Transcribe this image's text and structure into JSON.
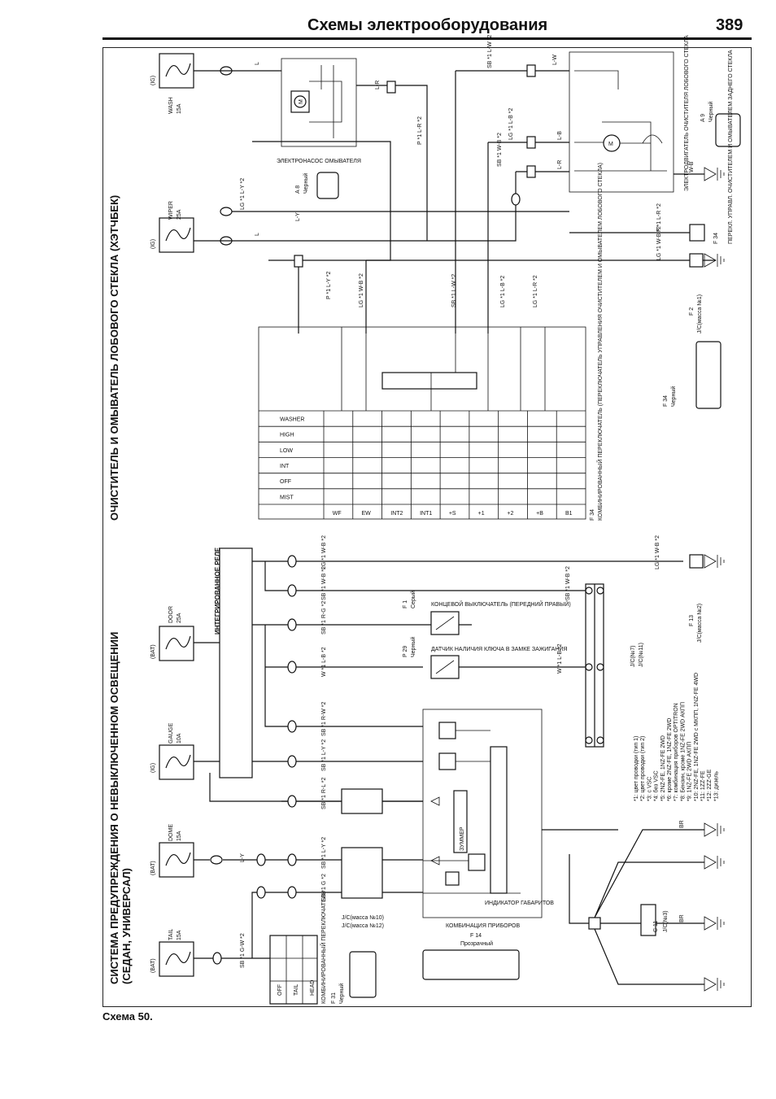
{
  "header": {
    "title": "Схемы электрооборудования",
    "page_number": "389"
  },
  "caption": "Схема 50.",
  "sections": {
    "wiper_title": "ОЧИСТИТЕЛЬ И ОМЫВАТЕЛЬ ЛОБОВОГО СТЕКЛА (ХЭТЧБЕК)",
    "warning_title_1": "СИСТЕМА ПРЕДУПРЕЖДЕНИЯ О НЕВЫКЛЮЧЕННОМ ОСВЕЩЕНИИ",
    "warning_title_2": "(СЕДАН, УНИВЕРСАЛ)"
  },
  "fuses": {
    "wash": {
      "name": "WASH",
      "rating": "15A",
      "supply": "(IG)"
    },
    "wiper": {
      "name": "WIPER",
      "rating": "25A",
      "supply": "(IG)"
    },
    "door": {
      "name": "DOOR",
      "rating": "25A",
      "supply": "(BAT)"
    },
    "gauge": {
      "name": "GAUGE",
      "rating": "10A",
      "supply": "(IG)"
    },
    "dome": {
      "name": "DOME",
      "rating": "15A",
      "supply": "(BAT)"
    },
    "tail": {
      "name": "TAIL",
      "rating": "15A",
      "supply": "(BAT)"
    }
  },
  "components": {
    "washer_pump": "ЭЛЕКТРОНАСОС ОМЫВАТЕЛЯ",
    "washer_pump_conn": "A 8",
    "washer_pump_color": "Черный",
    "wiper_motor": "ЭЛЕКТРОДВИГАТЕЛЬ ОЧИСТИТЕЛЯ ЛОБОВОГО СТЕКЛА",
    "wiper_motor_conn": "A 9",
    "wiper_motor_color": "Черный",
    "rear_switch": "ПЕРЕКЛ. УПРАВЛ. ОЧИСТИТЕЛЕМ И ОМЫВАТЕЛЕМ ЗАДНЕГО СТЕКЛА",
    "rear_switch_conn": "F 34",
    "combo_switch": "КОМБИНИРОВАННЫЙ ПЕРЕКЛЮЧАТЕЛЬ (ПЕРЕКЛЮЧАТЕЛЬ УПРАВЛЕНИЯ ОЧИСТИТЕЛЕМ И ОМЫВАТЕЛЕМ ЛОБОВОГО СТЕКЛА)",
    "combo_switch_conn": "F 34",
    "combo_switch_color": "Черный",
    "jc_mass1": "J/C(масса №1)",
    "jc_mass1_conn": "F 2",
    "relay": "ИНТЕГРИРОВАННОЕ РЕЛЕ",
    "door_switch": "КОНЦЕВОЙ ВЫКЛЮЧАТЕЛЬ (ПЕРЕДНИЙ ПРАВЫЙ)",
    "door_switch_conn": "F 1",
    "door_switch_color": "Серый",
    "key_sensor": "ДАТЧИК НАЛИЧИЯ КЛЮЧА В ЗАМКЕ ЗАЖИГАНИЯ",
    "key_sensor_conn": "P 29",
    "key_sensor_color": "Черный",
    "jc_mass2": "J/C(масса №2)",
    "jc_mass2_conn": "F 13",
    "jc_n7": "J/C(№7)",
    "jc_n11": "J/C(№11)",
    "buzzer": "ЗУММЕР",
    "indicator": "ИНДИКАТОР ГАБАРИТОВ",
    "cluster": "КОМБИНАЦИЯ ПРИБОРОВ",
    "cluster_conn": "F 14",
    "cluster_color": "Прозрачный",
    "light_switch": "КОМБИНИРОВАННЫЙ ПЕРЕКЛЮЧАТЕЛЬ",
    "light_switch_conn": "F 31",
    "light_switch_color": "Черный",
    "jc_mass10": "J/C(масса №10)",
    "jc_mass12": "J/C(масса №12)",
    "jc_n3": "J/C(№3)",
    "jc_n3_conn": "C 11"
  },
  "switch_table": {
    "rows": [
      "WASHER",
      "HIGH",
      "LOW",
      "INT",
      "OFF",
      "MIST"
    ],
    "cols": [
      "WF",
      "EW",
      "INT2",
      "INT1",
      "+S",
      "+1",
      "+2",
      "+B",
      "B1"
    ]
  },
  "light_switch_rows": [
    "OFF",
    "TAIL",
    "HEAD"
  ],
  "notes": [
    "*1: цвет проводки (тип 1)",
    "*2: цвет проводки (тип 2)",
    "*3: с VSC",
    "*4: без VSC",
    "*5: 2NZ-FE, 1NZ-FE 2WD",
    "*6: кроме 2NZ-FE, 1NZ-FE 2WD",
    "*7: комбинация приборов OPTITRON",
    "*8: Бензин, кроме 1NZ-FE 2WD АКПП",
    "*9: 1NZ-FE 2WD АКПП",
    "*10: 2NZ-FE, 1NZ-FE 2WD с МКПП, 1NZ-FE 4WD",
    "*11: 1ZZ-FE",
    "*12: 2ZZ-GE",
    "*13: дизель"
  ],
  "wire_colors": {
    "lg_wb": "LG *1 W-B *2",
    "sb_wb": "SB *1 W-B *2",
    "sb_rg": "SB *1 R-G *2",
    "w_lb": "W *1 L-B *2",
    "sb_rw": "SB *1 R-W *2",
    "sb_rl": "SB *1 R-L *2",
    "sb_ly": "SB *1 L-Y *2",
    "sb_g": "SB *1 G *2",
    "sb_gw": "SB *1 G-W *2",
    "lg_ly": "LG *1 L-Y *2",
    "lw": "L-W",
    "lr": "L-R",
    "lb": "L-B",
    "ly": "L-Y",
    "l": "L",
    "wb": "W-B",
    "br": "BR",
    "p_lr": "P *1 L-R *2",
    "p_ly": "P *1 L-Y *2",
    "sb_lw": "SB *1 L-W *2",
    "lg_lb": "LG *1 L-B *2",
    "lg_lr": "LG *1 L-R *2"
  },
  "colors": {
    "ink": "#111111",
    "paper": "#ffffff"
  }
}
